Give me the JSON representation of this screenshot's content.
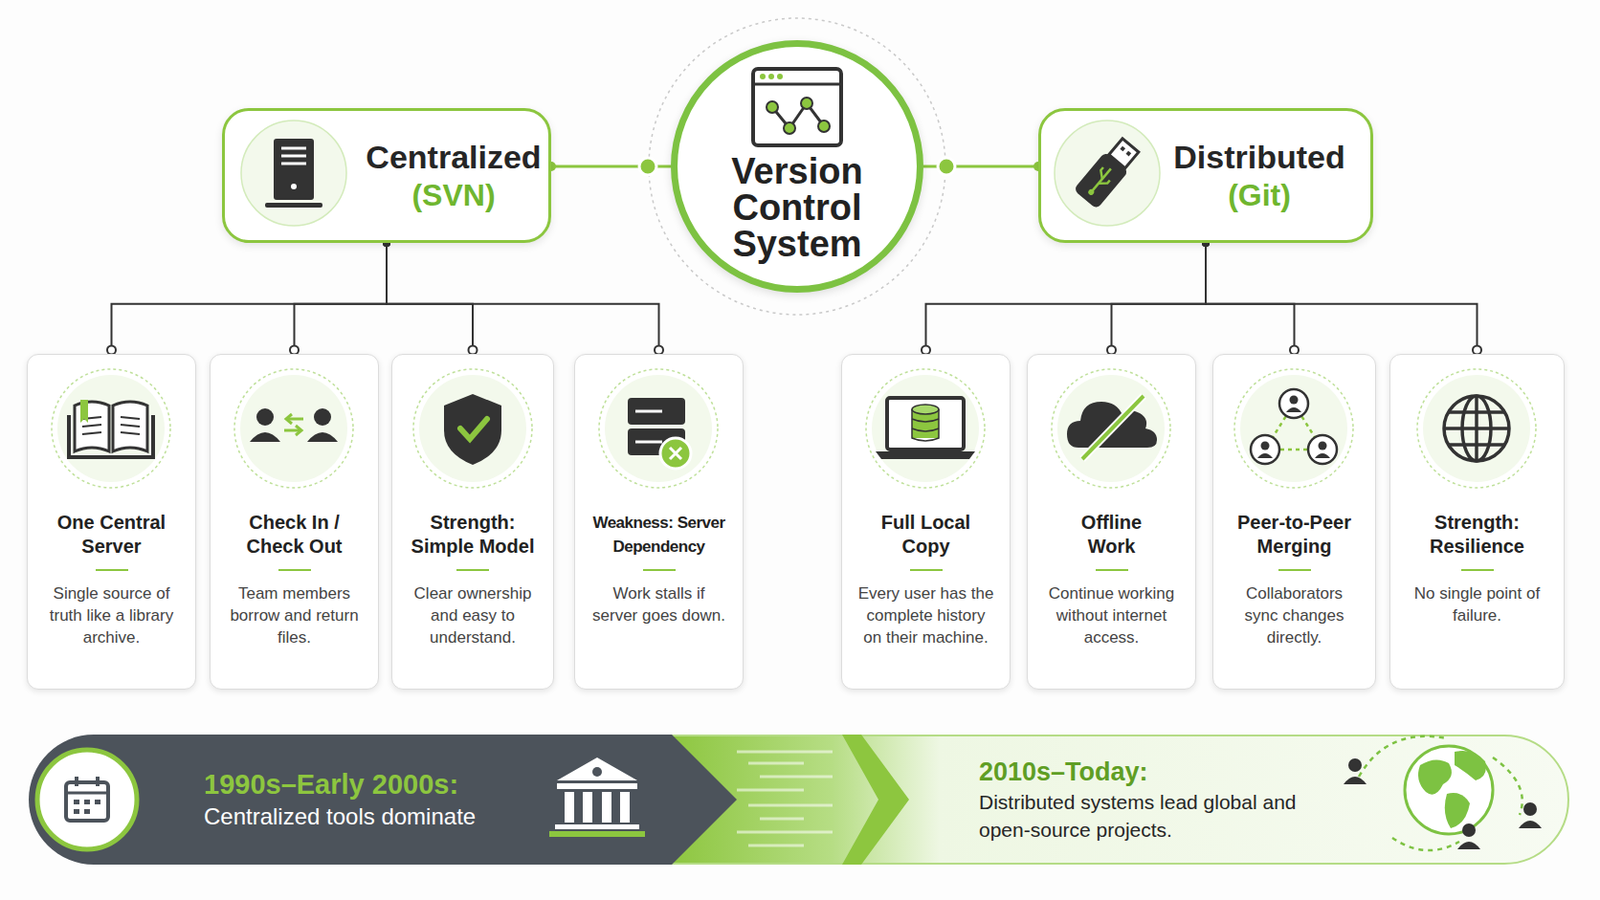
{
  "diagram": {
    "nodes": [
      {
        "text": [
          "Version Control System"
        ]
      },
      {
        "text": [
          "Centralized",
          "(SVN)"
        ]
      },
      {
        "text": [
          "Distributed",
          "(Git)"
        ]
      },
      {
        "text": [
          "One Central Server",
          "Single source of truth like a library archive."
        ]
      },
      {
        "text": [
          "Check In / Check Out",
          "Team members borrow and return files."
        ]
      },
      {
        "text": [
          "Strength: Simple Model",
          "Clear ownership and easy to understand."
        ]
      },
      {
        "text": [
          "Weakness: Server Dependency",
          "Work stalls if server goes down."
        ]
      },
      {
        "text": [
          "Full Local Copy",
          "Every user has the complete history on their machine."
        ]
      },
      {
        "text": [
          "Offline Work",
          "Continue working without internet access."
        ]
      },
      {
        "text": [
          "Peer-to-Peer Merging",
          "Collaborators sync changes directly."
        ]
      },
      {
        "text": [
          "Strength: Resilience",
          "No single point of failure."
        ]
      },
      {
        "text": [
          "1990s–Early 2000s:",
          "Centralized tools dominate"
        ]
      },
      {
        "text": [
          "2010s–Today:",
          "Distributed systems lead global and open-source projects."
        ]
      }
    ],
    "edges": [
      {
        "from": 0,
        "to": 1,
        "arrow": "none"
      },
      {
        "from": 0,
        "to": 2,
        "arrow": "none"
      },
      {
        "from": 1,
        "to": 3,
        "arrow": "none"
      },
      {
        "from": 1,
        "to": 4,
        "arrow": "none"
      },
      {
        "from": 1,
        "to": 5,
        "arrow": "none"
      },
      {
        "from": 1,
        "to": 6,
        "arrow": "none"
      },
      {
        "from": 2,
        "to": 7,
        "arrow": "none"
      },
      {
        "from": 2,
        "to": 8,
        "arrow": "none"
      },
      {
        "from": 2,
        "to": 9,
        "arrow": "none"
      },
      {
        "from": 2,
        "to": 10,
        "arrow": "none"
      }
    ]
  }
}
